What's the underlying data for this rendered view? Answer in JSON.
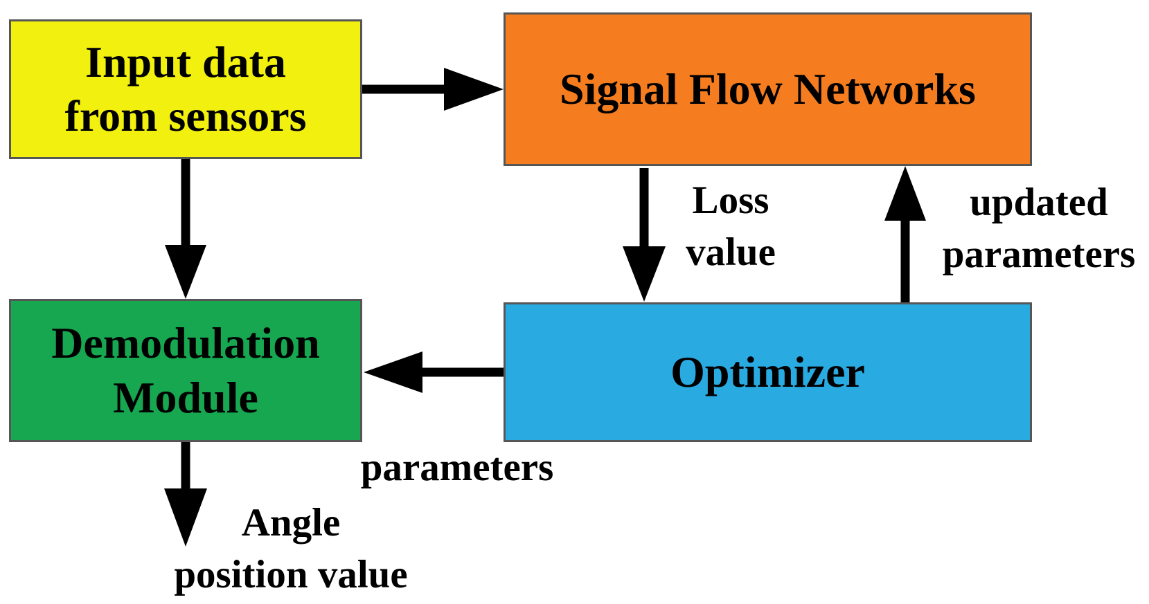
{
  "diagram": {
    "boxes": {
      "input": {
        "line1": "Input data",
        "line2": "from sensors",
        "color": "#F2F00E"
      },
      "sfn": {
        "line1": "Signal Flow Networks",
        "color": "#F57D1F"
      },
      "demod": {
        "line1": "Demodulation",
        "line2": "Module",
        "color": "#16A750"
      },
      "optimizer": {
        "line1": "Optimizer",
        "color": "#29ABE2"
      }
    },
    "labels": {
      "loss": {
        "line1": "Loss",
        "line2": "value"
      },
      "updated": {
        "line1": "updated",
        "line2": "parameters"
      },
      "parameters": {
        "line1": "parameters"
      },
      "angle": {
        "line1": "Angle",
        "line2": "position value"
      }
    },
    "arrow_color": "#000000",
    "text_color": "#000000",
    "background_color": "#FFFFFF"
  }
}
